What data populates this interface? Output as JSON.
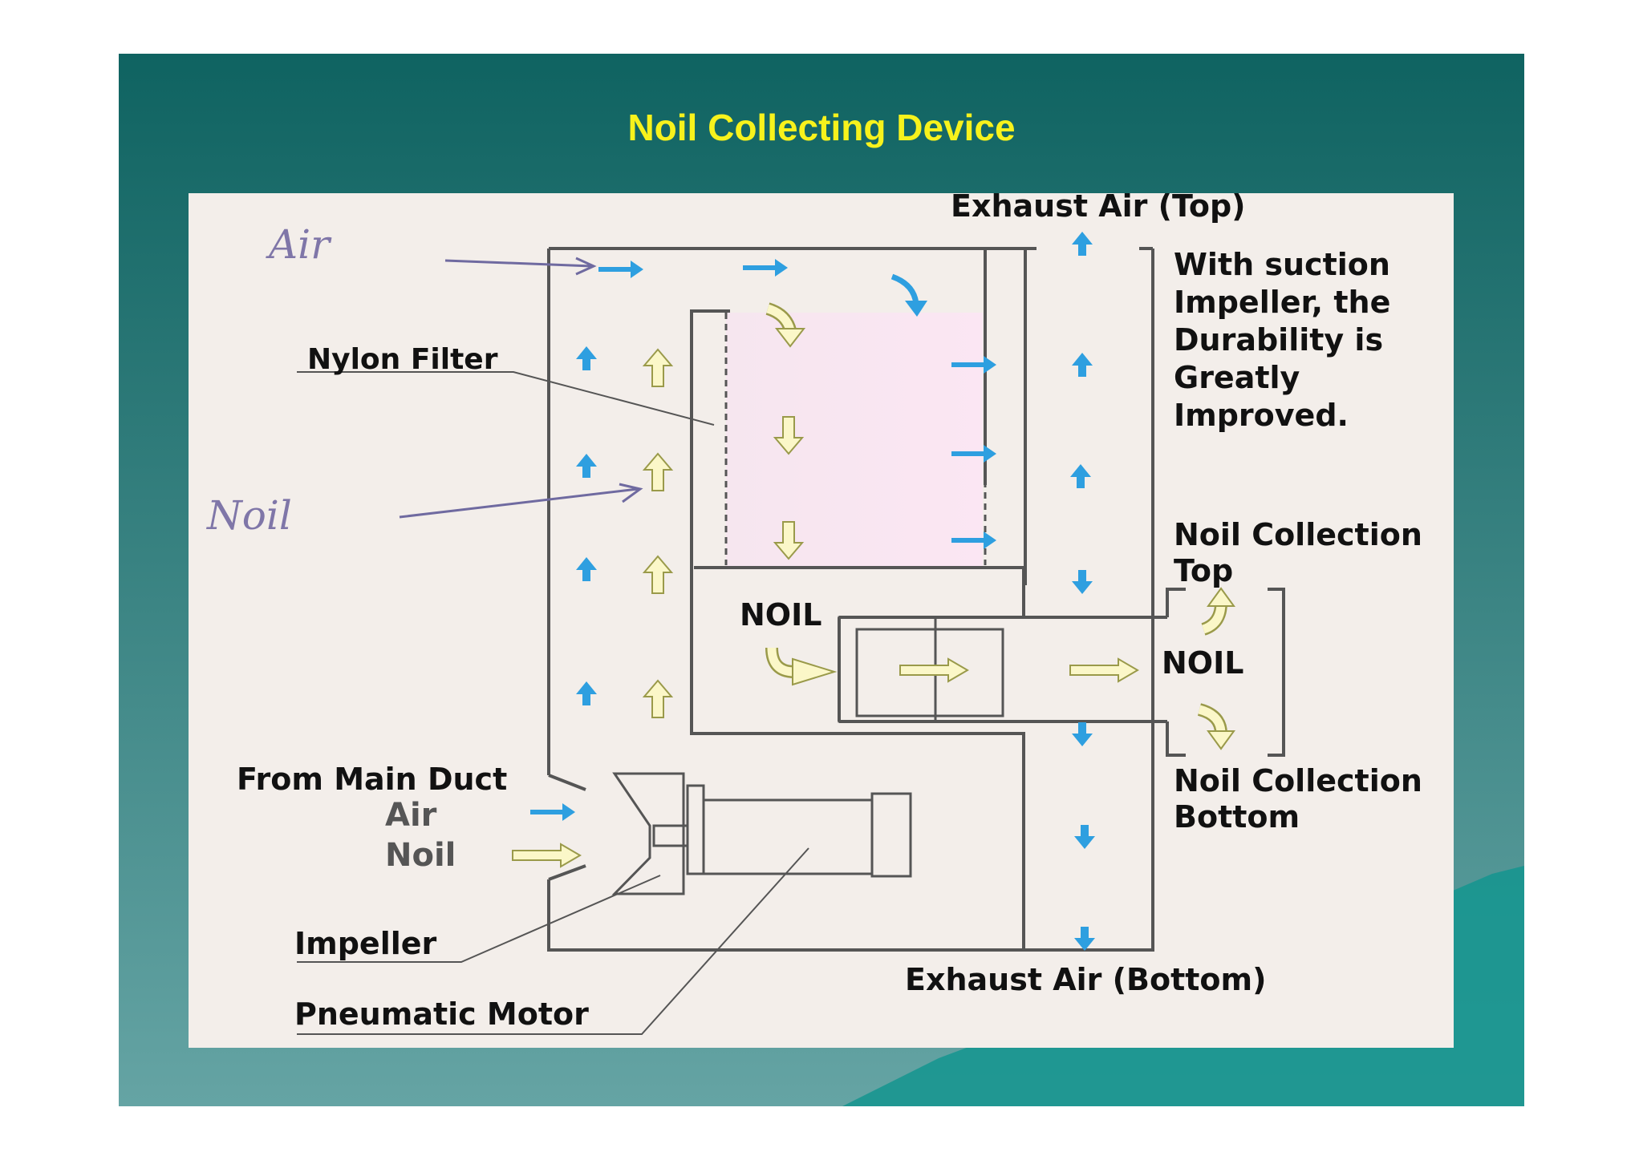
{
  "slide": {
    "title": "Noil Collecting Device",
    "colors": {
      "title": "#f7f21c",
      "panel": "#f3eeea",
      "air_arrow": "#2e9fe0",
      "noil_arrow": "#fbf7c8"
    }
  },
  "diagram": {
    "handwritten_air": "Air",
    "handwritten_noil": "Noil",
    "exhaust_top": "Exhaust Air (Top)",
    "exhaust_bottom": "Exhaust Air (Bottom)",
    "nylon_filter": "Nylon Filter",
    "note": [
      "With suction",
      "Impeller, the",
      "Durability is",
      "Greatly",
      "Improved."
    ],
    "collection_top": [
      "Noil Collection",
      "Top"
    ],
    "collection_bottom": [
      "Noil Collection",
      "Bottom"
    ],
    "noil_inner": "NOIL",
    "noil_outer": "NOIL",
    "from_main_duct": "From Main Duct",
    "duct_air": "Air",
    "duct_noil": "Noil",
    "impeller": "Impeller",
    "pneumatic_motor": "Pneumatic Motor"
  }
}
